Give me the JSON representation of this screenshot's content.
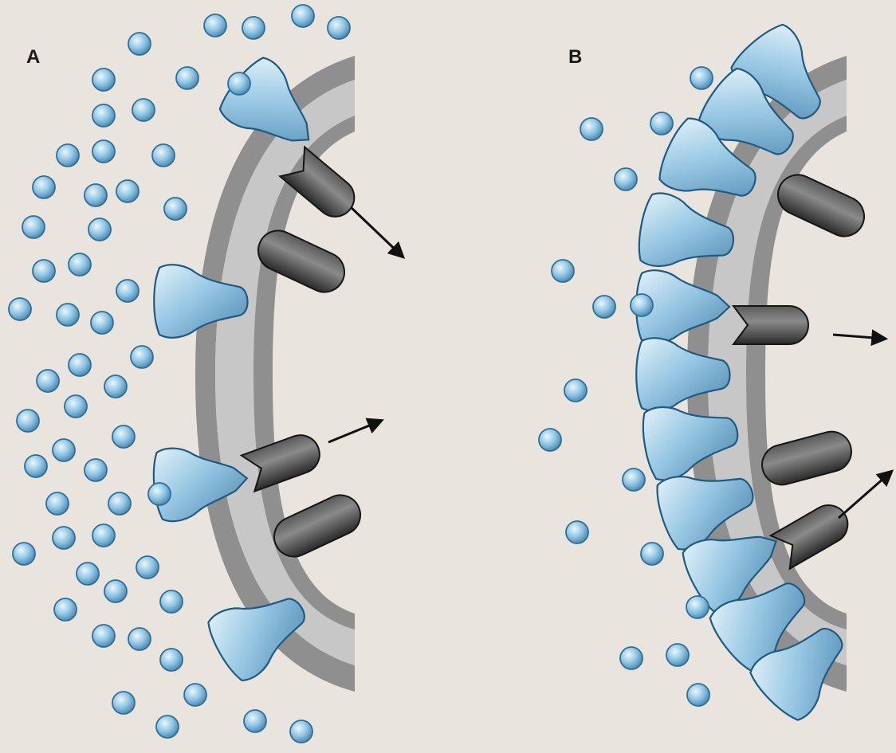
{
  "panels": [
    {
      "id": "A",
      "label": "A"
    },
    {
      "id": "B",
      "label": "B"
    }
  ],
  "colors": {
    "background": "#e9e4de",
    "membrane_dark": "#8e8e8e",
    "membrane_light": "#c4c4c4",
    "ligand": "#6fb0d8",
    "receptor": "#7fb7da",
    "effector": "#454545",
    "arrow": "#111111"
  },
  "icons": {
    "ligand": "ligand-molecule-icon",
    "receptor": "receptor-icon",
    "effector": "effector-protein-icon",
    "signal": "signal-arrow-icon"
  }
}
